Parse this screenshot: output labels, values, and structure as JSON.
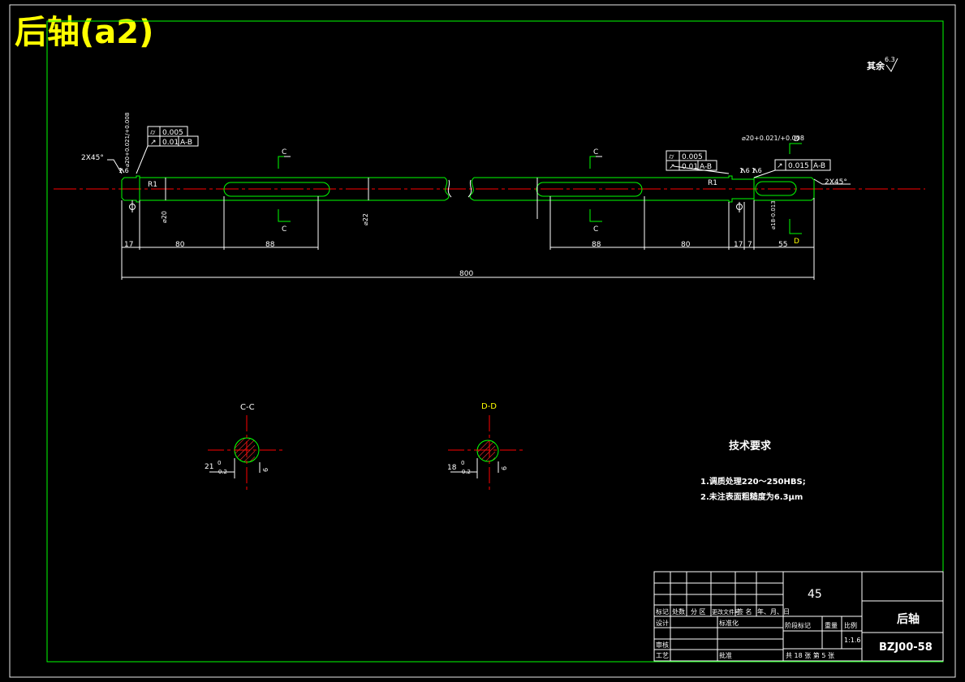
{
  "title": "后轴(a2)",
  "roughness_note": {
    "prefix": "其余",
    "value": "6.3"
  },
  "dims": {
    "d17_left": "17",
    "d80_left": "80",
    "d88_left": "88",
    "d88_right": "88",
    "d80_right": "80",
    "d17_right": "17",
    "d7": "7",
    "d55": "55",
    "total": "800",
    "dia20": "⌀20",
    "dia22": "⌀22",
    "dia20_right": "⌀20+0.021/+0.008",
    "dia20_left_top": "⌀20+0.021/+0.008",
    "dia18_right": "⌀18-0.013",
    "r1_left": "R1",
    "r1_right": "R1",
    "chamfer_left": "2X45°",
    "chamfer_right": "2X45°",
    "rough16_left": "1.6",
    "rough16_r1": "1.6",
    "rough16_r2": "1.6"
  },
  "tolerance_frames": {
    "left": {
      "sym1": "⌭",
      "val1": "0.005",
      "sym2": "↗",
      "val2": "0.01",
      "ref2": "A-B"
    },
    "right1": {
      "sym1": "⌭",
      "val1": "0.005",
      "sym2": "↗",
      "val2": "0.01",
      "ref2": "A-B"
    },
    "right2": {
      "sym2": "↗",
      "val2": "0.015",
      "ref2": "A-B"
    }
  },
  "section_marks": {
    "c": "C",
    "d": "D"
  },
  "sections": {
    "cc": {
      "label": "C-C",
      "dim_h": "21",
      "tol": "0\n-0.2",
      "dim_v": "6"
    },
    "dd": {
      "label": "D-D",
      "dim_h": "18",
      "tol": "0\n-0.2",
      "dim_v": "6"
    }
  },
  "tech": {
    "title": "技术要求",
    "item1": "1.调质处理220～250HBS;",
    "item2": "2.未注表面粗糙度为6.3μm"
  },
  "titleblock": {
    "material": "45",
    "part_name": "后轴",
    "drawing_no": "BZJ00-58",
    "scale": "1:1.6",
    "row_labels": [
      "标记",
      "处数",
      "分 区",
      "更改文件号",
      "签 名",
      "年、月、日"
    ],
    "design": "设计",
    "standard": "标准化",
    "review": "审核",
    "process": "工艺",
    "approve": "批准",
    "stage": "阶段标记",
    "weight": "重量",
    "ratio": "比例",
    "sheet_info": "共 18 张   第 5 张"
  },
  "colors": {
    "border": "#00ff00",
    "outline": "#00ff00",
    "dim": "#ffffff",
    "center": "#ff0000",
    "title": "#ffff00",
    "hatch": "#ff3030"
  }
}
